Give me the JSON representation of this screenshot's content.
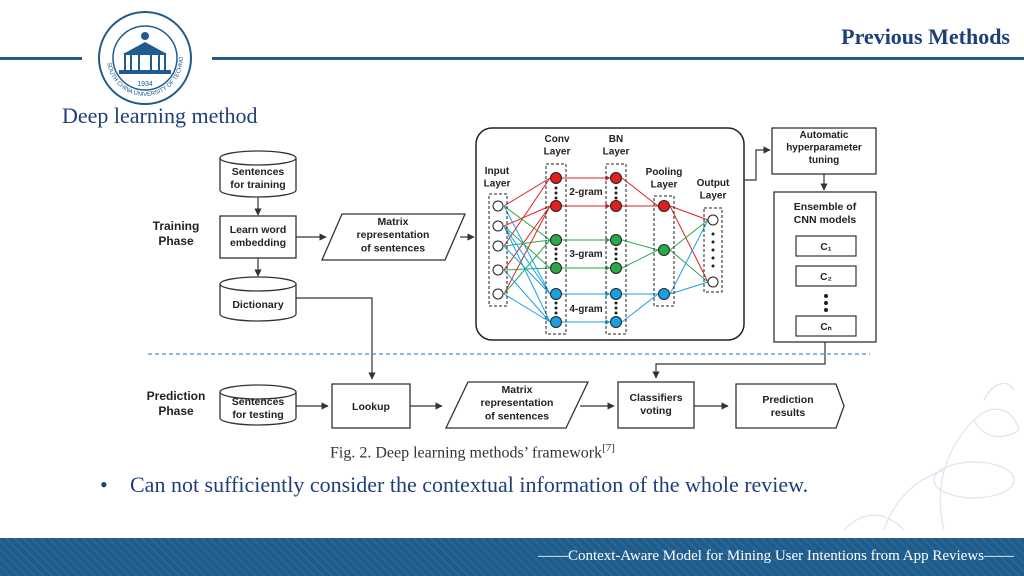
{
  "header": {
    "title": "Previous Methods",
    "subtitle": "Deep learning method"
  },
  "diagram": {
    "training_phase": "Training\nPhase",
    "prediction_phase": "Prediction\nPhase",
    "sentences_training": "Sentences\nfor training",
    "learn_embedding": "Learn word\nembedding",
    "dictionary": "Dictionary",
    "matrix_repr_top": "Matrix\nrepresentation\nof sentences",
    "input_layer": "Input\nLayer",
    "conv_layer": "Conv\nLayer",
    "bn_layer": "BN\nLayer",
    "pooling_layer": "Pooling\nLayer",
    "output_layer": "Output\nLayer",
    "gram2": "2-gram",
    "gram3": "3-gram",
    "gram4": "4-gram",
    "auto_tuning": "Automatic\nhyperparameter\ntuning",
    "ensemble": "Ensemble of\nCNN models",
    "c1": "C₁",
    "c2": "C₂",
    "cn": "Cₙ",
    "sentences_testing": "Sentences\nfor testing",
    "lookup": "Lookup",
    "matrix_repr_bottom": "Matrix\nrepresentation\nof sentences",
    "classifiers_voting": "Classifiers\nvoting",
    "prediction_results": "Prediction\nresults"
  },
  "caption": {
    "text": "Fig. 2. Deep learning methods’ framework",
    "ref": "[7]"
  },
  "bullet": {
    "marker": "•",
    "text": "Can not sufficiently consider the contextual information of the whole review."
  },
  "footer": {
    "text": "——Context-Aware Model for Mining User Intentions from App Reviews——"
  },
  "logo": {
    "name": "South China University of Technology seal",
    "ring_text": "SOUTH CHINA UNIVERSITY OF TECHNOLOGY",
    "year": "1934"
  },
  "colors": {
    "accent": "#1f3f7a",
    "line": "#1f5b8e",
    "footer": "#1d5c8c",
    "red": "#e02020",
    "green": "#2aa84a",
    "blue": "#1aa0e0"
  }
}
